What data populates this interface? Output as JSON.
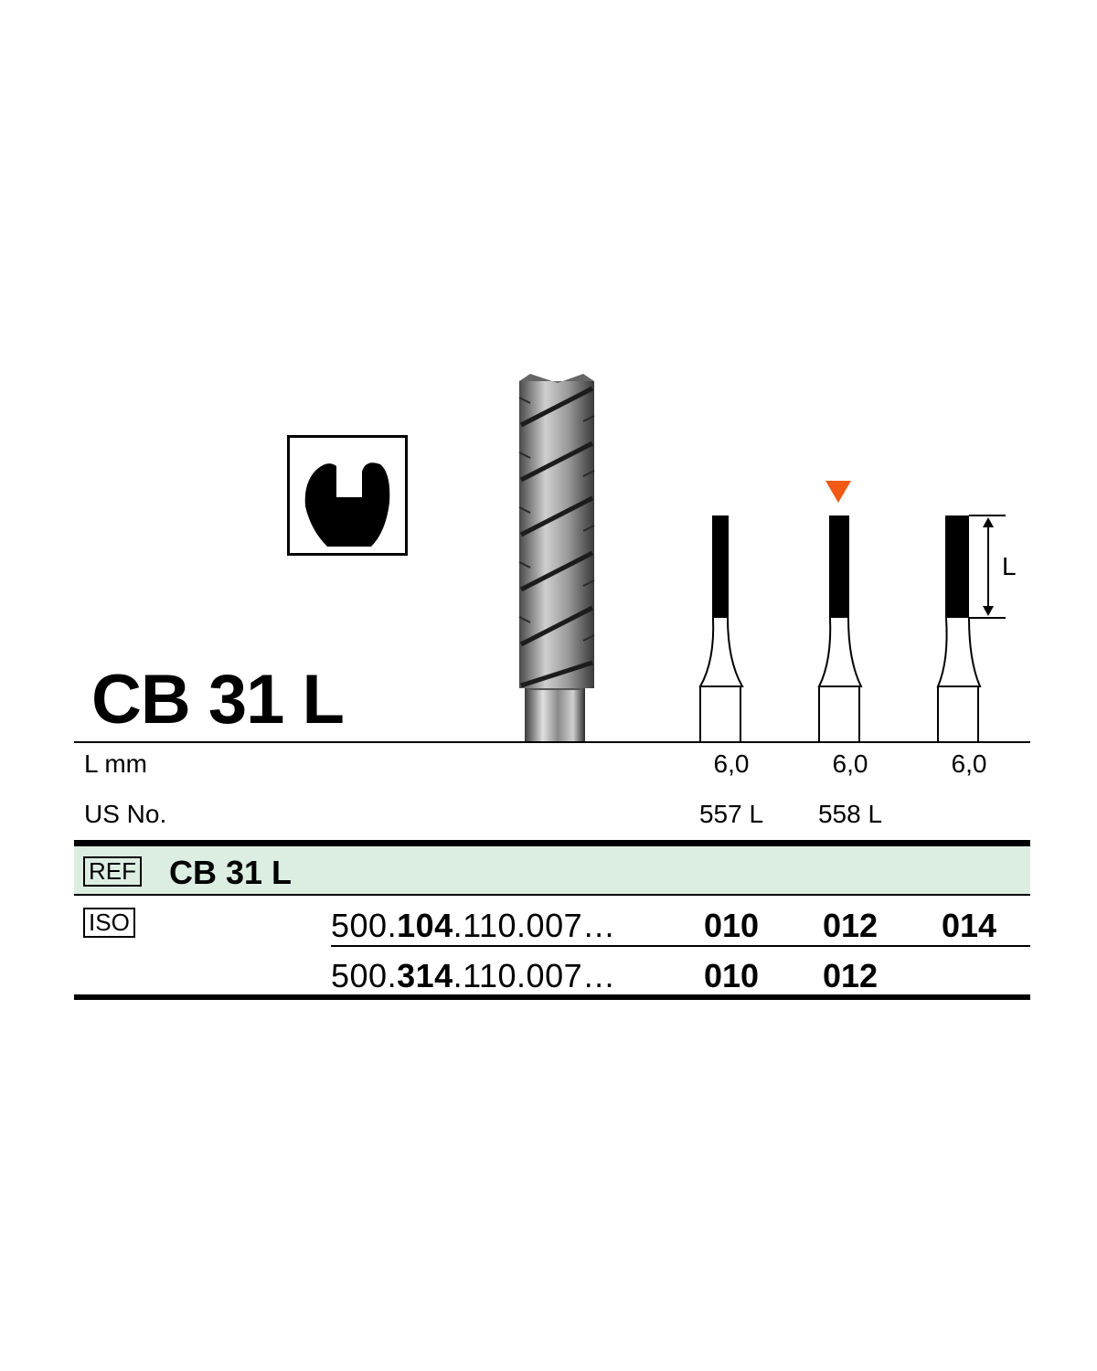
{
  "product": {
    "title": "CB 31 L"
  },
  "icons": {
    "shape_symbol": "crown-cavity-preparation-icon",
    "bur_photo": "carbide-bur-image",
    "recommended_marker": "orange-triangle-marker-icon",
    "marker_color": "#f05a14",
    "length_label": "L"
  },
  "table": {
    "rows": [
      {
        "label": "L mm",
        "values": [
          "6,0",
          "6,0",
          "6,0"
        ]
      },
      {
        "label": "US No.",
        "values": [
          "557 L",
          "558 L",
          ""
        ]
      }
    ]
  },
  "ref": {
    "tag": "REF",
    "name": "CB 31 L",
    "band_color": "#dceee2"
  },
  "iso": {
    "tag": "ISO",
    "lines": [
      {
        "prefix": "500.",
        "bold": "104",
        "suffix": ".110.007…",
        "sizes": [
          "010",
          "012",
          "014"
        ]
      },
      {
        "prefix": "500.",
        "bold": "314",
        "suffix": ".110.007…",
        "sizes": [
          "010",
          "012",
          ""
        ]
      }
    ]
  }
}
